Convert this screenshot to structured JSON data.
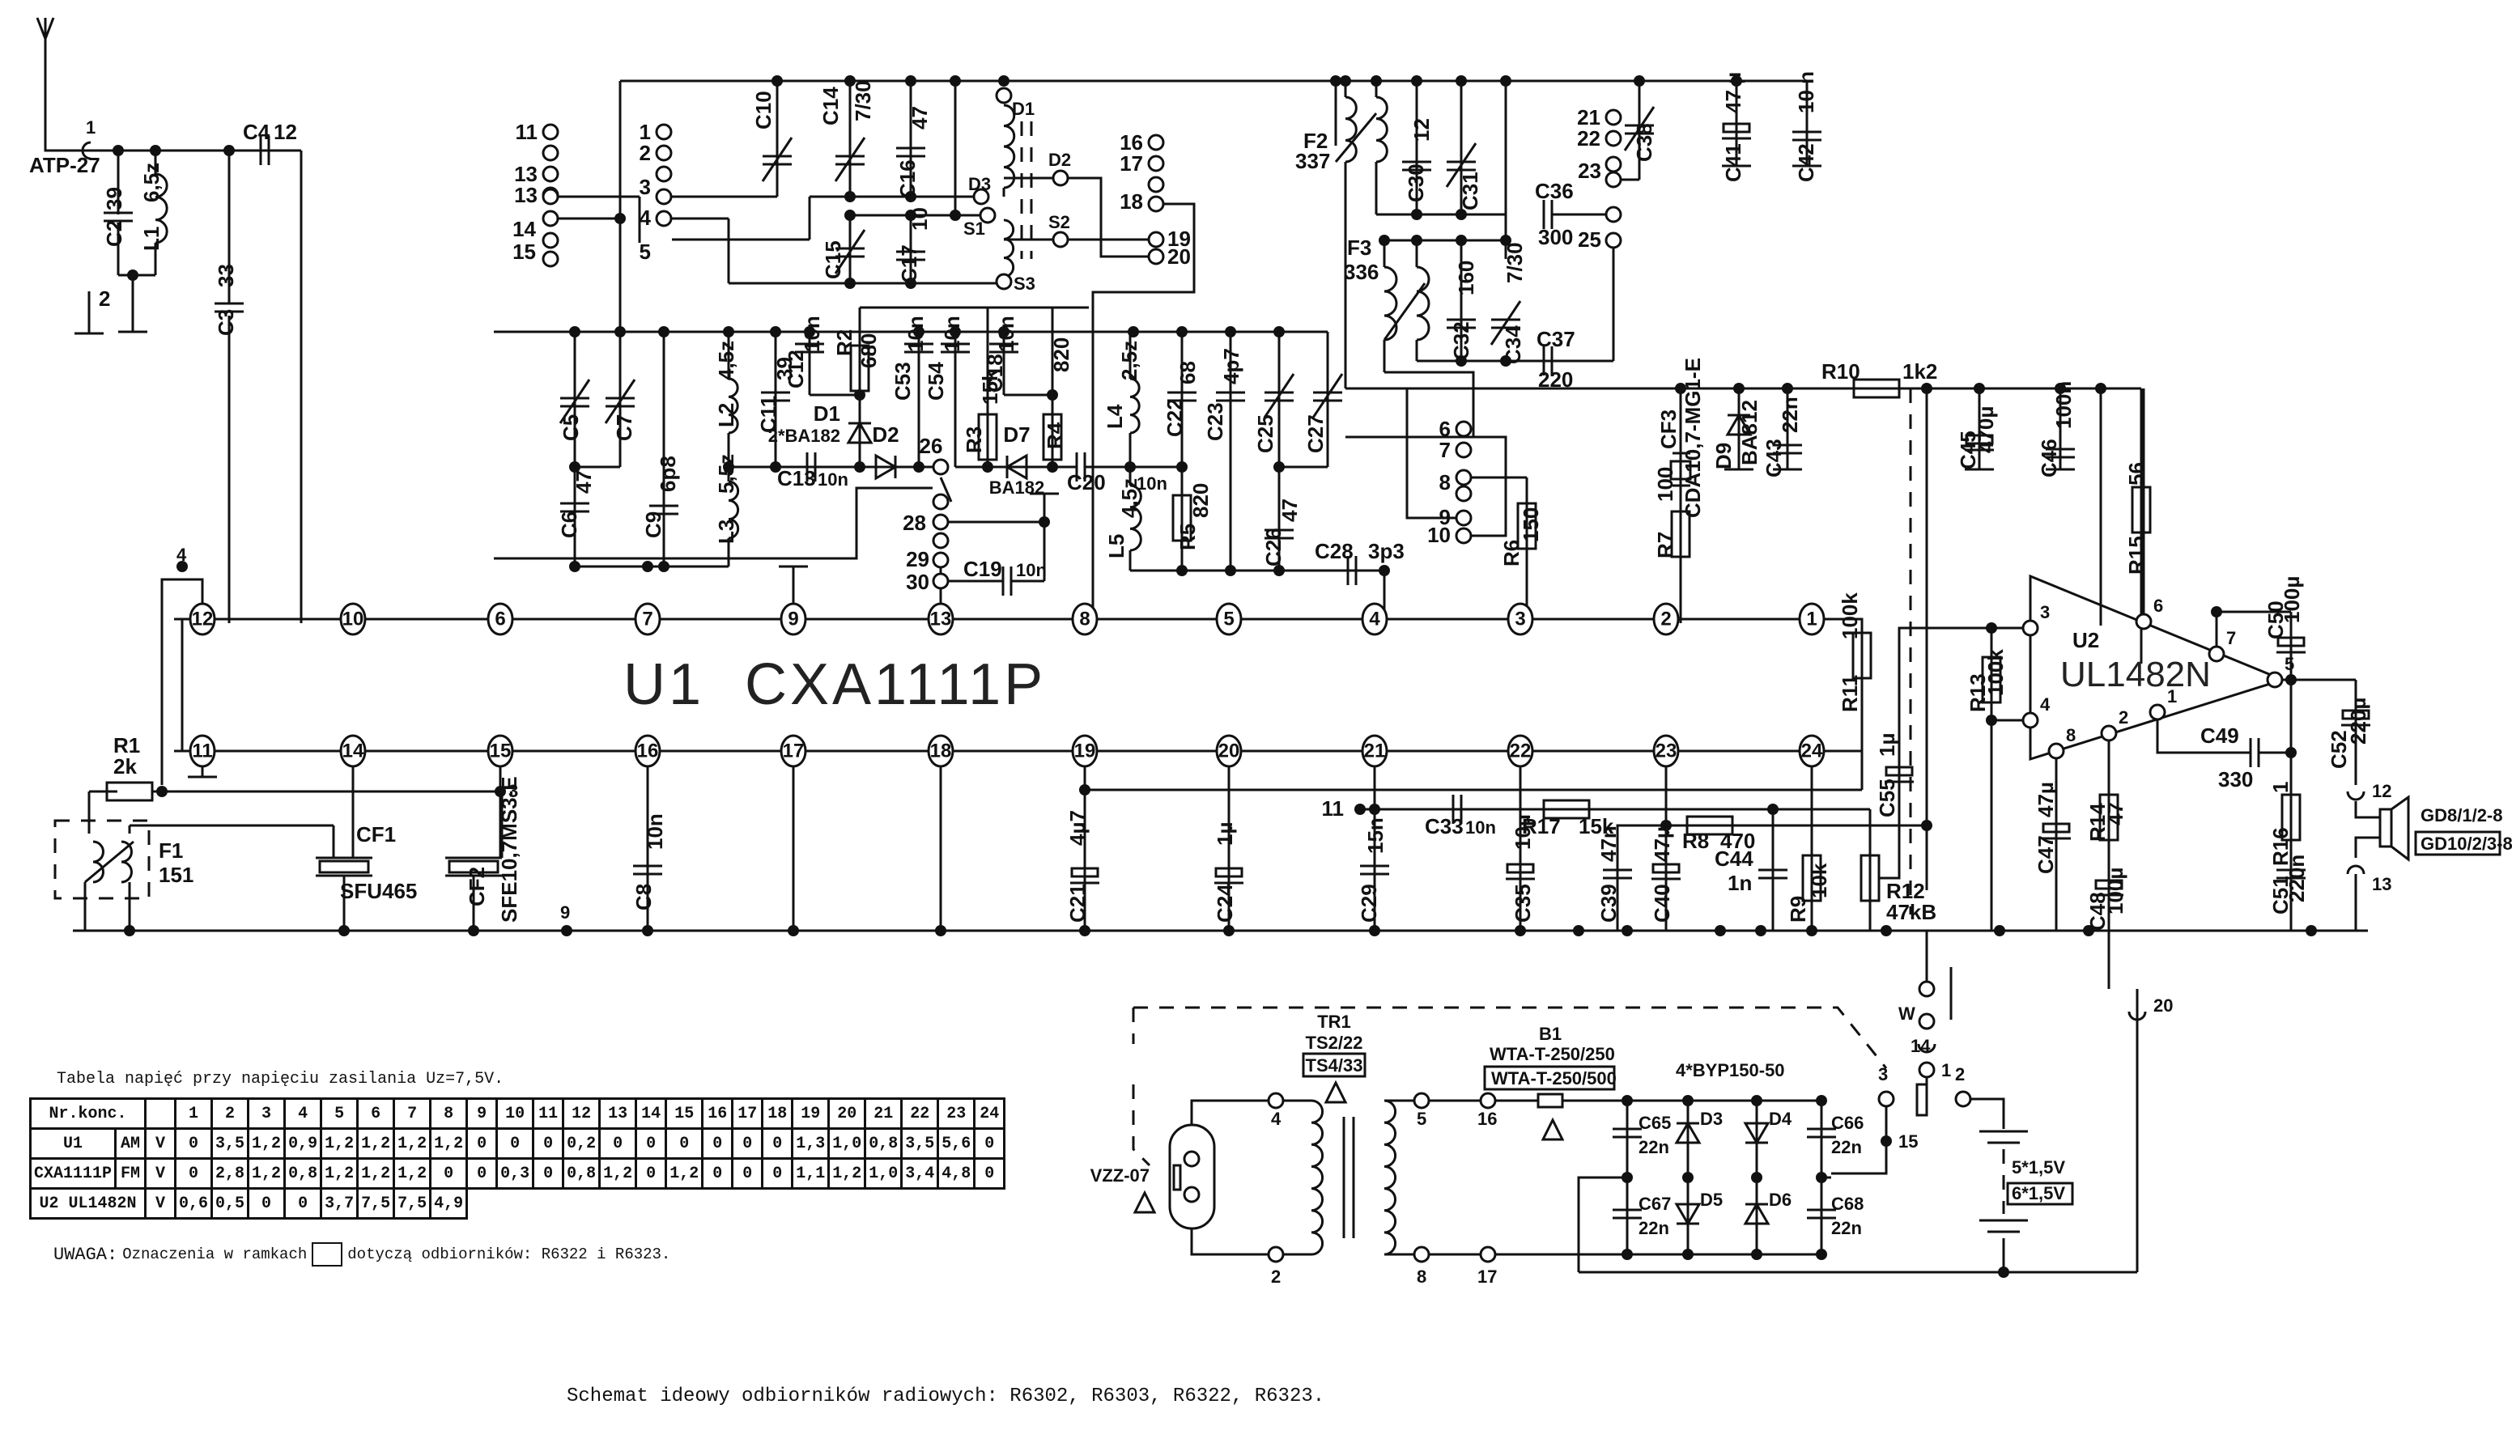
{
  "title": "Schemat ideowy odbiorników radiowych: R6302, R6303, R6322, R6323.",
  "note": {
    "prefix": "UWAGA:",
    "text_before": "Oznaczenia w ramkach",
    "text_after": "dotyczą odbiorników: R6322 i R6323."
  },
  "voltage_table": {
    "title": "Tabela napięć przy napięciu zasilania Uz=7,5V.",
    "header_label": "Nr.konc.",
    "pins": [
      "1",
      "2",
      "3",
      "4",
      "5",
      "6",
      "7",
      "8",
      "9",
      "10",
      "11",
      "12",
      "13",
      "14",
      "15",
      "16",
      "17",
      "18",
      "19",
      "20",
      "21",
      "22",
      "23",
      "24"
    ],
    "rows": [
      {
        "ic": "U1",
        "mode": "AM",
        "unit": "V",
        "values": [
          "0",
          "3,5",
          "1,2",
          "0,9",
          "1,2",
          "1,2",
          "1,2",
          "1,2",
          "0",
          "0",
          "0",
          "0,2",
          "0",
          "0",
          "0",
          "0",
          "0",
          "0",
          "1,3",
          "1,0",
          "0,8",
          "3,5",
          "5,6",
          "0"
        ]
      },
      {
        "ic": "CXA1111P",
        "mode": "FM",
        "unit": "V",
        "values": [
          "0",
          "2,8",
          "1,2",
          "0,8",
          "1,2",
          "1,2",
          "1,2",
          "0",
          "0",
          "0,3",
          "0",
          "0,8",
          "1,2",
          "0",
          "1,2",
          "0",
          "0",
          "0",
          "1,1",
          "1,2",
          "1,0",
          "3,4",
          "4,8",
          "0"
        ]
      },
      {
        "ic": "U2 UL1482N",
        "mode": "",
        "unit": "V",
        "values": [
          "0,6",
          "0,5",
          "0",
          "0",
          "3,7",
          "7,5",
          "7,5",
          "4,9"
        ]
      }
    ]
  },
  "ics": {
    "u1": {
      "ref": "U1",
      "part": "CXA1111P",
      "top_pins": [
        "12",
        "10",
        "6",
        "7",
        "9",
        "13",
        "8",
        "5",
        "4",
        "3",
        "2",
        "1"
      ],
      "bottom_pins": [
        "11",
        "14",
        "15",
        "16",
        "17",
        "18",
        "19",
        "20",
        "21",
        "22",
        "23",
        "24"
      ]
    },
    "u2": {
      "ref": "U2",
      "part": "UL1482N",
      "pins": [
        "3",
        "4",
        "8",
        "2",
        "1",
        "5",
        "7",
        "6"
      ]
    }
  },
  "labels": {
    "antenna": "ATP-27",
    "conn": [
      "1",
      "2",
      "3",
      "4",
      "9",
      "11",
      "12",
      "13",
      "14",
      "15",
      "20"
    ],
    "C2": "C2",
    "C2v": "39",
    "L1": "L1",
    "L1v": "6,5z",
    "C3": "C3",
    "C3v": "33",
    "C4": "C4",
    "C4v": "12",
    "sw1": [
      "11",
      "13",
      "14",
      "15"
    ],
    "sw2": [
      "1",
      "2",
      "3",
      "4",
      "5"
    ],
    "sw3": [
      "16",
      "17",
      "18",
      "19",
      "20"
    ],
    "sw4": [
      "21",
      "22",
      "23",
      "25"
    ],
    "sw5": [
      "6",
      "7",
      "8",
      "9",
      "10"
    ],
    "sw6": [
      "26",
      "28",
      "29",
      "30"
    ],
    "C10": "C10",
    "C14": "C14",
    "C14v": "7/30",
    "C16": "C16",
    "C16v": "47",
    "C15": "C15",
    "C17": "C17",
    "C17v": "10",
    "D1coil": "D1",
    "D2coil": "D2",
    "D3coil": "D3",
    "S1": "S1",
    "S2": "S2",
    "S3": "S3",
    "F2": "F2",
    "F2v": "337",
    "F3": "F3",
    "F3v": "336",
    "C30": "C30",
    "C30v": "12",
    "C31": "C31",
    "C32": "C32",
    "C32v": "160",
    "C34": "C34",
    "C34v": "7/30",
    "C36": "C36",
    "C36v": "300",
    "C37": "C37",
    "C37v": "220",
    "C38": "C38",
    "C41": "C41",
    "C41v": "47 µ",
    "C42": "C42",
    "C42v": "10 n",
    "C5": "C5",
    "C7": "C7",
    "C6": "C6",
    "C6v": "47",
    "C9": "C9",
    "C9v": "6p8",
    "L2": "L2",
    "L2v": "4,5z",
    "L3": "L3",
    "L3v": "5,5z",
    "C11": "C11",
    "C11v": "39",
    "C12": "C12",
    "C12v": "10n",
    "R2": "R2",
    "R2v": "680",
    "D1": "D1",
    "D1v": "2*BA182",
    "D2": "D2",
    "C13": "C13",
    "C13v": "10n",
    "C53": "C53",
    "C53v": "10n",
    "C54": "C54",
    "C54v": "10n",
    "R3": "R3",
    "R3v": "15k",
    "C18": "C18",
    "C18v": "10n",
    "R4": "R4",
    "R4v": "820",
    "D7": "D7",
    "D7v": "BA182",
    "C19": "C19",
    "C19v": "10n",
    "C20": "C20",
    "C20v": "10n",
    "L4": "L4",
    "L4v": "2,5z",
    "L5": "L5",
    "L5v": "4,5z",
    "C22": "C22",
    "C22v": "68",
    "C23": "C23",
    "C23v": "4p7",
    "R5": "R5",
    "R5v": "820",
    "C25": "C25",
    "C27": "C27",
    "C26": "C26",
    "C26v": "47",
    "C28": "C28",
    "C28v": "3p3",
    "R6": "R6",
    "R6v": "150",
    "R7": "R7",
    "R7v": "100",
    "CF3": "CF3",
    "CF3v": "CDA10,7-MG1-E",
    "D9": "D9",
    "D9v": "BA812",
    "C43": "C43",
    "C43v": "22n",
    "R10": "R10",
    "R10v": "1k2",
    "C45": "C45",
    "C45v": "470µ",
    "C46": "C46",
    "C46v": "100n",
    "R15": "R15",
    "R15v": "56",
    "R11": "R11",
    "R11v": "100k",
    "R13": "R13",
    "R13v": "100k",
    "C55": "C55",
    "C55v": "1µ",
    "C50": "C50",
    "C50v": "100µ",
    "C49": "C49",
    "C49v": "330",
    "C52": "C52",
    "C52v": "220µ",
    "R16": "R16",
    "R16v": "1",
    "C51": "C51",
    "C51v": "220n",
    "R14": "R14",
    "R14v": "47",
    "C47": "C47",
    "C47v": "47µ",
    "C48": "C48",
    "C48v": "100µ",
    "spk1": "GD8/1/2-8",
    "spk2": "GD10/2/3-8",
    "R1": "R1",
    "R1v": "2k",
    "F1": "F1",
    "F1v": "151",
    "CF1": "CF1",
    "CF1v": "SFU465",
    "CF2": "CF2",
    "CF2v": "SFE10,7MS3-E",
    "C8": "C8",
    "C8v": "10n",
    "C21": "C21",
    "C21v": "4µ7",
    "C24": "C24",
    "C24v": "1µ",
    "C29": "C29",
    "C29v": "15n",
    "C33": "C33",
    "C33v": "10n",
    "R17": "R17",
    "R17v": "15k",
    "C35": "C35",
    "C35v": "10µ",
    "C39": "C39",
    "C39v": "47n",
    "C40": "C40",
    "C40v": "47µ",
    "R8": "R8",
    "R8v": "470",
    "C44": "C44",
    "C44v": "1n",
    "R9": "R9",
    "R9v": "10k",
    "R12": "R12",
    "R12v": "47kB",
    "W": "W",
    "TR1": "TR1",
    "TR1v": "TS2/22",
    "TR1alt": "TS4/33",
    "B1": "B1",
    "B1v": "WTA-T-250/250",
    "B1alt": "WTA-T-250/500",
    "bridge": "4*BYP150-50",
    "D3": "D3",
    "D4": "D4",
    "D5": "D5",
    "D6": "D6",
    "C65": "C65",
    "C66": "C66",
    "C67": "C67",
    "C68": "C68",
    "cap22n": "22n",
    "plug": "VZZ-07",
    "tr_pins": [
      "4",
      "2",
      "5",
      "8",
      "16",
      "17"
    ],
    "bat1": "5*1,5V",
    "bat2": "6*1,5V",
    "pswitch": [
      "1",
      "2",
      "3"
    ]
  }
}
